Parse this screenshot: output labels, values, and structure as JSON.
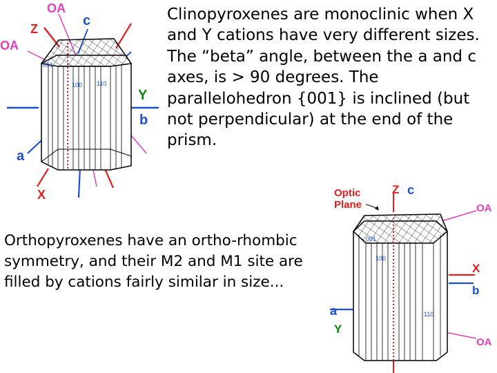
{
  "text": {
    "paragraph_1": "Clinopyroxenes are monoclinic when X and Y cations have very different sizes. The “beta” angle, between the a and c axes, is > 90 degrees. The parallelohedron {001} is inclined (but not perpendicular) at the end of the prism.",
    "paragraph_2": "Orthopyroxenes have an ortho-rhombic symmetry, and their M2 and M1 site are filled by cations fairly similar in size..."
  },
  "clino_diagram": {
    "labels": {
      "oa_top": "OA",
      "c": "c",
      "z": "Z",
      "oa_left": "OA",
      "y": "Y",
      "b": "b",
      "a": "a",
      "x": "X"
    },
    "face_labels": {
      "f001": "001",
      "f100": "100",
      "f110": "110"
    },
    "colors": {
      "red": "#e02020",
      "blue": "#1a4fd6",
      "magenta": "#e040c0",
      "crystal": "#000000"
    }
  },
  "ortho_diagram": {
    "labels": {
      "optic_plane_line1": "Optic",
      "optic_plane_line2": "Plane",
      "z": "Z",
      "c": "c",
      "oa_top": "OA",
      "x": "X",
      "b": "b",
      "a": "a",
      "y": "Y",
      "oa_bottom": "OA"
    },
    "face_labels": {
      "f001": "001",
      "f100": "100",
      "f110": "110"
    },
    "colors": {
      "red": "#e02020",
      "blue": "#1a4fd6",
      "green": "#0a8a0a",
      "magenta": "#e040c0"
    }
  }
}
